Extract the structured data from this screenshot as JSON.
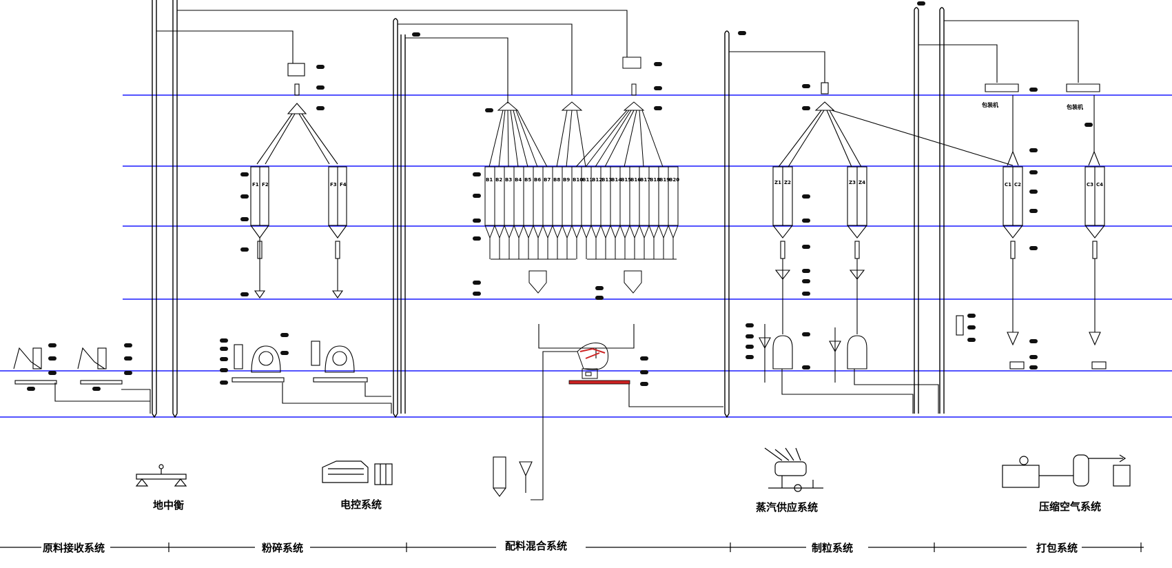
{
  "equipment_labels": {
    "scale": "地中衡",
    "electric": "电控系统",
    "steam": "蒸汽供应系统",
    "air": "压缩空气系统"
  },
  "sections": [
    "原料接收系统",
    "粉碎系统",
    "配料混合系统",
    "制粒系统",
    "打包系统"
  ],
  "bins": {
    "crush": [
      "F1",
      "F2",
      "F3",
      "F4"
    ],
    "batch": [
      "B1",
      "B2",
      "B3",
      "B4",
      "B5",
      "B6",
      "B7",
      "B8",
      "B9",
      "B10",
      "B11",
      "B12",
      "B13",
      "B14",
      "B15",
      "B16",
      "B17",
      "B18",
      "B19",
      "B20"
    ],
    "pellet": [
      "Z1",
      "Z2",
      "Z3",
      "Z4"
    ],
    "pack": [
      "C1",
      "C2",
      "C3",
      "C4"
    ]
  },
  "packing_machine_label": "包装机",
  "colors": {
    "floor_line": "#1a1aff",
    "line": "#000000",
    "accent": "#cc2222"
  }
}
